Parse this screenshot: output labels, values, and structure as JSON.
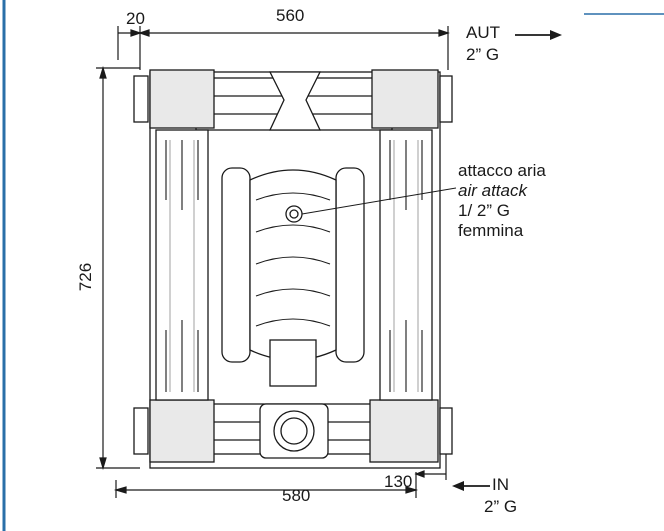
{
  "colors": {
    "line": "#1a1a1a",
    "frame": "#2a6fa8",
    "fill": "#ffffff",
    "shade": "#e9e9e9"
  },
  "dimensions": {
    "top_offset": "20",
    "top_width": "560",
    "height": "726",
    "bottom_width": "580",
    "bottom_offset": "130"
  },
  "outlet": {
    "name": "AUT",
    "size": "2” G"
  },
  "inlet": {
    "name": "IN",
    "size": "2” G"
  },
  "air_connection": {
    "line1": "attacco aria",
    "line2": "air attack",
    "line3": "1/ 2” G",
    "line4": "femmina"
  }
}
